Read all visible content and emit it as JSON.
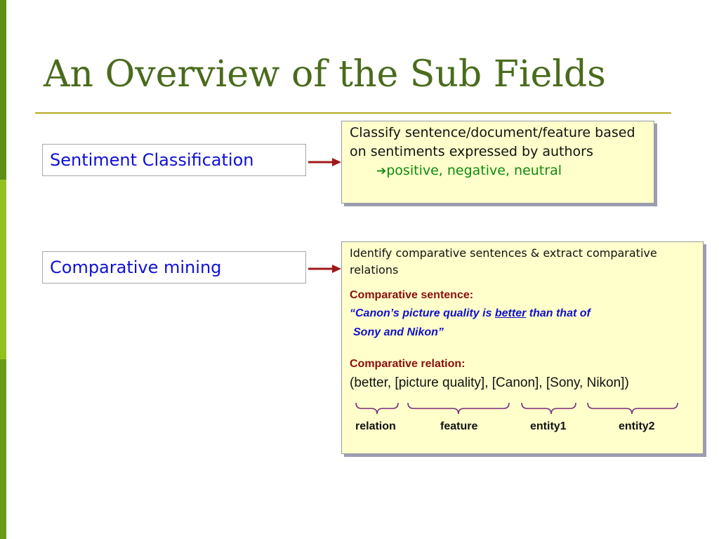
{
  "slide": {
    "title": "An Overview of the Sub Fields"
  },
  "rows": [
    {
      "label": "Sentiment Classification",
      "description": "Classify sentence/document/feature based on sentiments expressed by authors",
      "bullet_arrow": "➔",
      "bullet": "positive, negative, neutral"
    },
    {
      "label": "Comparative mining",
      "description": "Identify comparative sentences & extract comparative relations",
      "sentence_heading": "Comparative sentence:",
      "quote": {
        "part1": "“Canon’s picture quality is ",
        "emphasis": "better",
        "part2": " than that of",
        "line2": "Sony and Nikon”"
      },
      "relation_heading": "Comparative relation:",
      "relation": "(better, [picture quality], [Canon], [Sony, Nikon])",
      "brace_labels": [
        "relation",
        "feature",
        "entity1",
        "entity2"
      ]
    }
  ],
  "colors": {
    "title": "#4a6b1c",
    "rule": "#b5a71c",
    "label_text": "#1010d8",
    "panel_bg": "#ffffcc",
    "arrow": "#a01818",
    "bullet": "#0d8a0d",
    "heading": "#8b0d0d",
    "quote": "#1010cc",
    "brace": "#7a2a7a"
  }
}
